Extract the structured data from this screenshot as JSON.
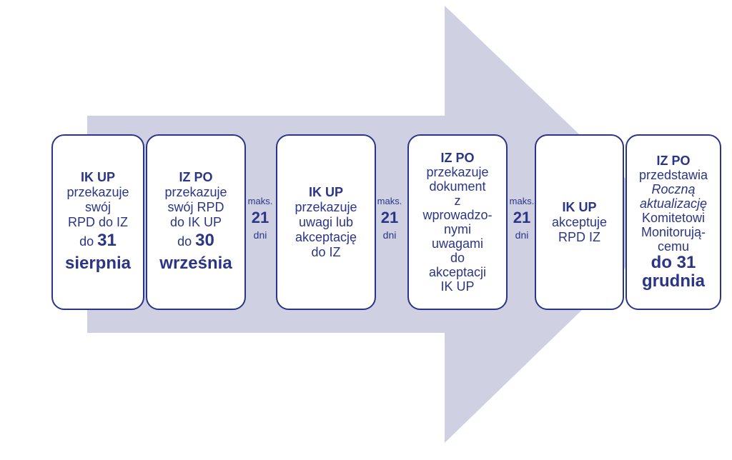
{
  "colors": {
    "arrow": "#cfd0e2",
    "accent": "#2b3587",
    "box_fill": "#ffffff"
  },
  "steps": [
    {
      "actor": "IK UP",
      "lines": [
        "przekazuje",
        "swój",
        "RPD do IZ"
      ],
      "deadline_prefix": "do",
      "deadline_day": "31",
      "deadline_month": "sierpnia"
    },
    {
      "actor": "IZ PO",
      "lines": [
        "przekazuje",
        "swój RPD",
        "do IK UP"
      ],
      "deadline_prefix": "do",
      "deadline_day": "30",
      "deadline_month": "września"
    },
    {
      "actor": "IK UP",
      "lines": [
        "przekazuje",
        "uwagi lub",
        "akceptację",
        "do IZ"
      ]
    },
    {
      "actor": "IZ PO",
      "lines": [
        "przekazuje",
        "dokument",
        "z",
        "wprowadzo-",
        "nymi",
        "uwagami",
        "do",
        "akceptacji",
        "IK UP"
      ]
    },
    {
      "actor": "IK UP",
      "lines": [
        "akceptuje",
        "RPD IZ"
      ]
    },
    {
      "actor": "IZ PO",
      "lines": [
        "przedstawia"
      ],
      "italic_lines": [
        "Roczną",
        "aktualizację"
      ],
      "lines_after": [
        "Komitetowi",
        "Monitorują-",
        "cemu"
      ],
      "deadline_line1": "do 31",
      "deadline_line2": "grudnia"
    }
  ],
  "gaps": [
    {
      "prefix": "maks.",
      "value": "21",
      "unit": "dni"
    },
    {
      "prefix": "maks.",
      "value": "21",
      "unit": "dni"
    },
    {
      "prefix": "maks.",
      "value": "21",
      "unit": "dni"
    }
  ]
}
